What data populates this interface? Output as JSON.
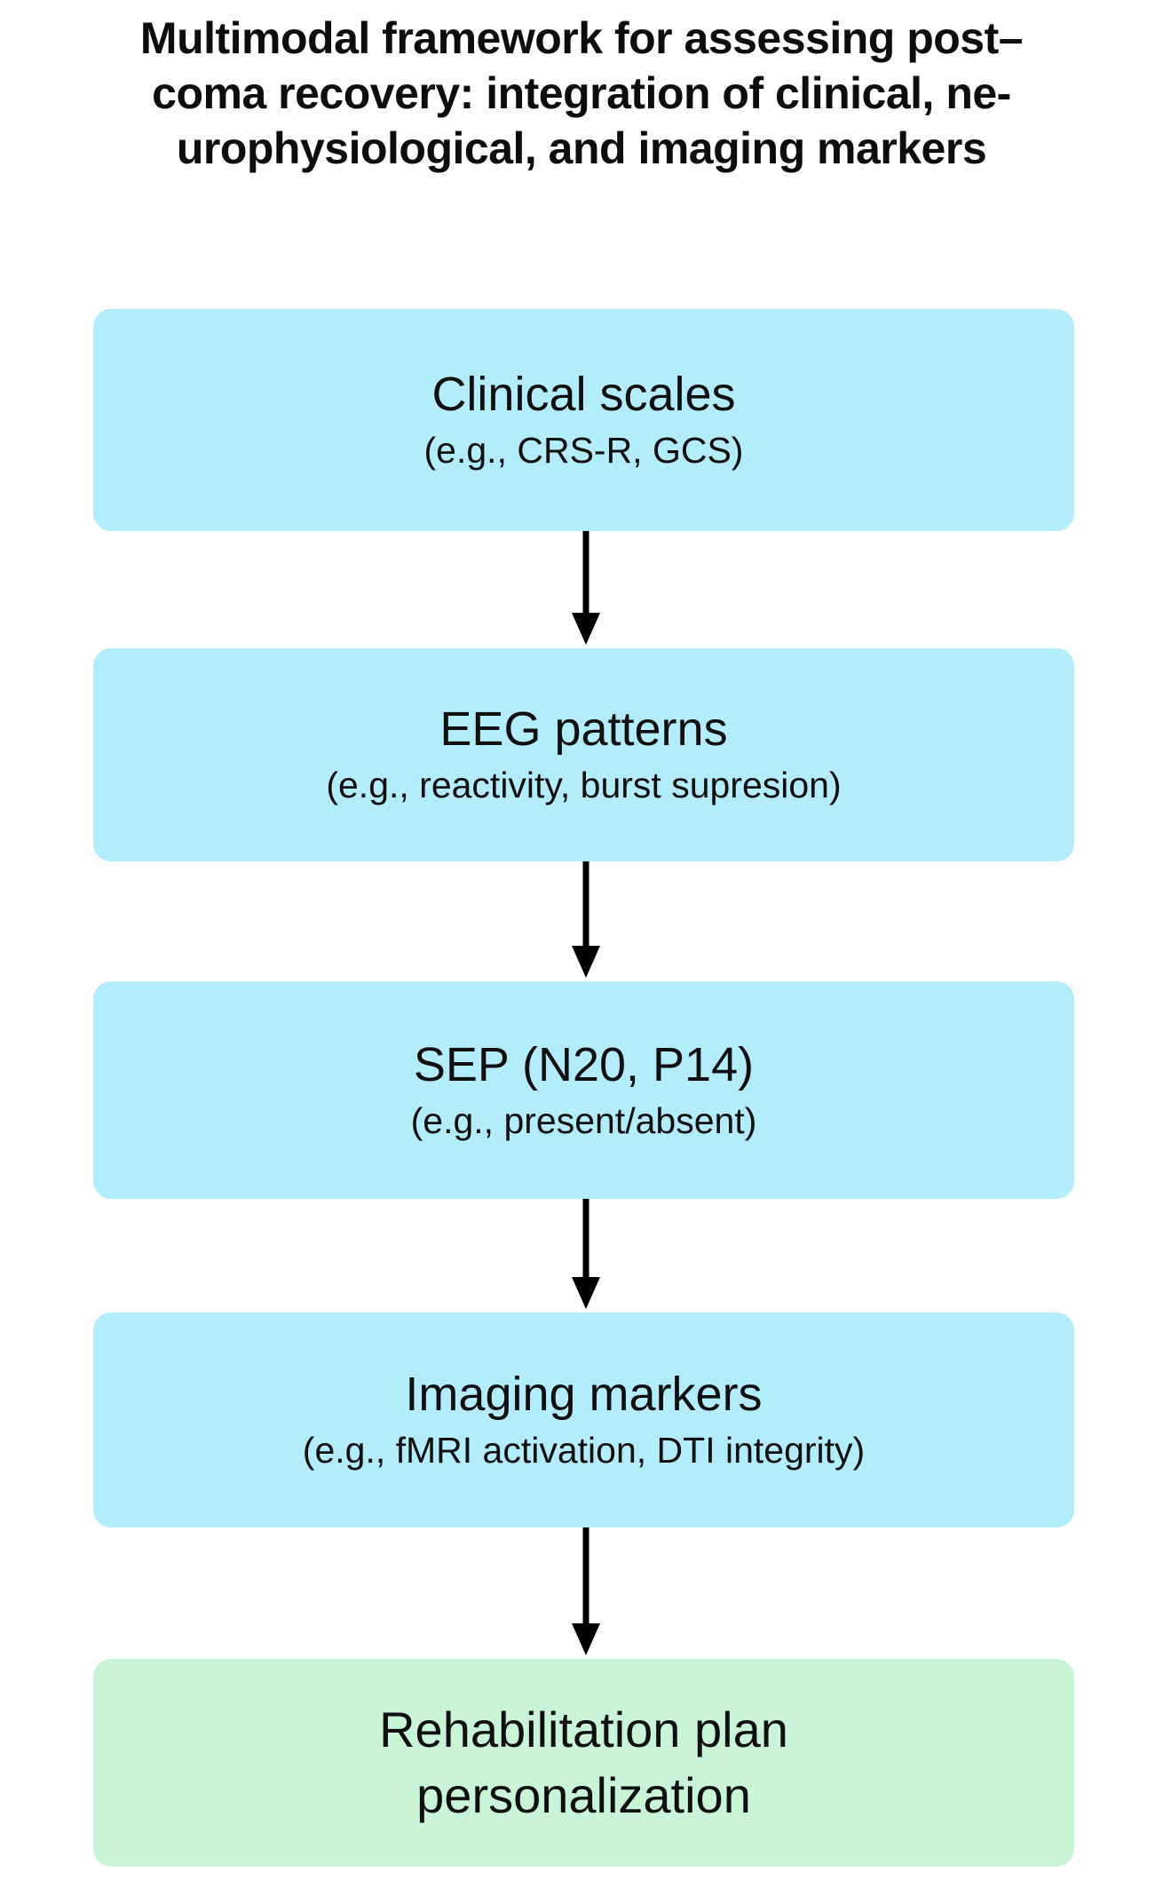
{
  "title": {
    "line1": "Multimodal framework for assessing post–",
    "line2": "coma recovery: integration of clinical, ne-",
    "line3": "urophysiological, and imaging markers"
  },
  "colors": {
    "background": "#ffffff",
    "node_blue": "#b3edfc",
    "node_green": "#caf4d7",
    "text": "#101010",
    "arrow": "#000000"
  },
  "diagram": {
    "type": "flowchart",
    "orientation": "vertical",
    "nodes": [
      {
        "id": "clinical-scales",
        "title": "Clinical scales",
        "subtitle": "(e.g., CRS-R, GCS)",
        "color": "#b3edfc"
      },
      {
        "id": "eeg-patterns",
        "title": "EEG patterns",
        "subtitle": "(e.g., reactivity, burst supresion)",
        "color": "#b3edfc"
      },
      {
        "id": "sep",
        "title": "SEP (N20, P14)",
        "subtitle": "(e.g., present/absent)",
        "color": "#b3edfc"
      },
      {
        "id": "imaging-markers",
        "title": "Imaging markers",
        "subtitle": "(e.g., fMRI activation, DTI integrity)",
        "color": "#b3edfc"
      },
      {
        "id": "rehabilitation-plan",
        "title": "Rehabilitation plan",
        "subtitle": "personalization",
        "color": "#caf4d7"
      }
    ],
    "connectors": [
      {
        "id": "arrow-1",
        "from": "clinical-scales",
        "to": "eeg-patterns",
        "glyph": "down-arrow"
      },
      {
        "id": "arrow-2",
        "from": "eeg-patterns",
        "to": "sep",
        "glyph": "down-arrow"
      },
      {
        "id": "arrow-3",
        "from": "sep",
        "to": "imaging-markers",
        "glyph": "down-arrow"
      },
      {
        "id": "arrow-4",
        "from": "imaging-markers",
        "to": "rehabilitation-plan",
        "glyph": "down-arrow"
      }
    ]
  }
}
